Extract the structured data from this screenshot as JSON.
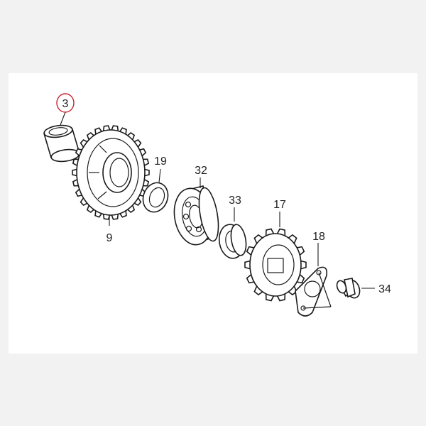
{
  "diagram": {
    "highlight_color": "#c8222c",
    "parts": [
      {
        "id": "p3",
        "label": "3",
        "highlighted": true
      },
      {
        "id": "p9",
        "label": "9"
      },
      {
        "id": "p19",
        "label": "19"
      },
      {
        "id": "p32",
        "label": "32"
      },
      {
        "id": "p33",
        "label": "33"
      },
      {
        "id": "p17",
        "label": "17"
      },
      {
        "id": "p18",
        "label": "18"
      },
      {
        "id": "p34",
        "label": "34"
      }
    ]
  }
}
